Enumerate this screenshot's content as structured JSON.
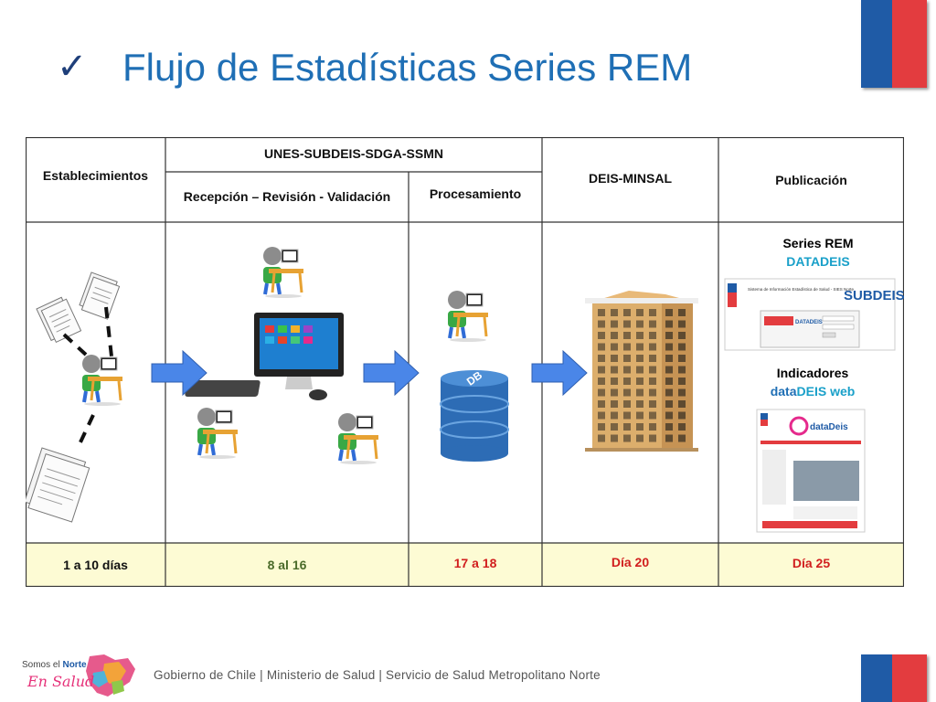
{
  "title": "Flujo de Estadísticas Series REM",
  "headers": {
    "establecimientos": "Establecimientos",
    "unes": "UNES-SUBDEIS-SDGA-SSMN",
    "recepcion": "Recepción – Revisión - Validación",
    "procesamiento": "Procesamiento",
    "deis": "DEIS-MINSAL",
    "publicacion": "Publicación"
  },
  "days": {
    "c1": "1 a 10 días",
    "c2": "8 al 16",
    "c3": "17 a 18",
    "c4": "Día 20",
    "c5": "Día 25"
  },
  "publication": {
    "series_rem": "Series REM",
    "datadeis": "DATADEIS",
    "indicadores": "Indicadores",
    "datadeis_web_a": "data",
    "datadeis_web_b": "DEIS web",
    "subdeis_logo": "SUBDEIS",
    "subdeis_caption": "Sistema de Información Estadística de Salud - SIES Norte",
    "datadeis_logo": "DATADEIS",
    "datadeis_web_logo": "dataDeis"
  },
  "db_label": "DB",
  "footer": "Gobierno de Chile | Ministerio de Salud | Servicio de Salud Metropolitano Norte",
  "logo": {
    "line1a": "Somos el ",
    "line1b": "Norte",
    "line2": "En Salud"
  },
  "colors": {
    "chile_blue": "#1f5ba6",
    "chile_red": "#e33c3f",
    "title_blue": "#1f6fb5",
    "day_row_bg": "#fdfbd4",
    "day_green": "#4b6b2a",
    "day_red": "#d11e1e",
    "arrow_blue": "#4a86e8"
  }
}
